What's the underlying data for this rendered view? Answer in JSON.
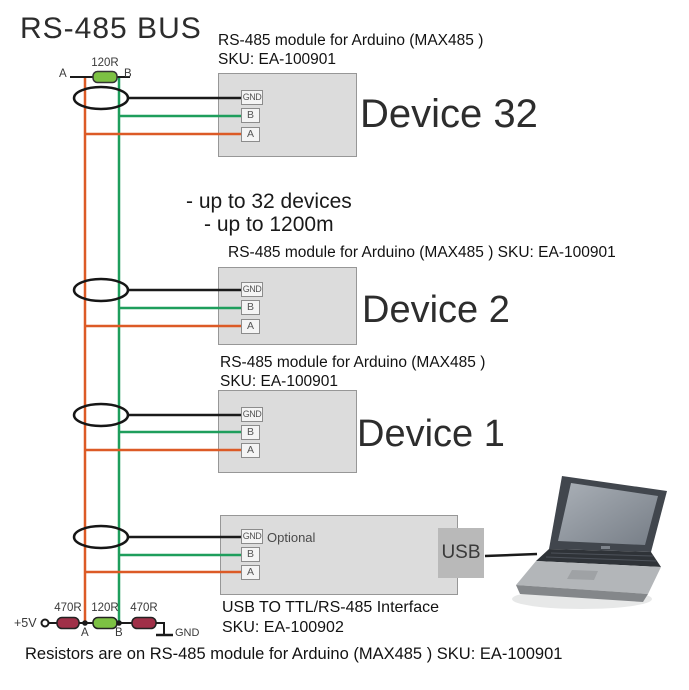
{
  "title": "RS-485 BUS",
  "notes": {
    "line1": "- up to 32 devices",
    "line2": "- up to 1200m"
  },
  "top_termination": {
    "resistor": "120R",
    "label_a": "A",
    "label_b": "B"
  },
  "devices": [
    {
      "name": "Device 32",
      "module": "RS-485 module for Arduino (MAX485 )",
      "sku": "SKU: EA-100901",
      "terminals": [
        "GND",
        "B",
        "A"
      ]
    },
    {
      "name": "Device 2",
      "module": "RS-485 module for Arduino (MAX485 )",
      "sku": "SKU: EA-100901",
      "terminals": [
        "GND",
        "B",
        "A"
      ]
    },
    {
      "name": "Device 1",
      "module": "RS-485 module for Arduino (MAX485 )",
      "sku": "SKU: EA-100901",
      "terminals": [
        "GND",
        "B",
        "A"
      ]
    }
  ],
  "usb_interface": {
    "terminals": [
      "GND",
      "B",
      "A"
    ],
    "optional_label": "Optional",
    "usb_port_label": "USB",
    "caption_line1": "USB TO TTL/RS-485 Interface",
    "caption_line2": "SKU: EA-100902"
  },
  "bottom_termination": {
    "supply_label": "+5V",
    "resistor_left": "470R",
    "resistor_mid": "120R",
    "resistor_right": "470R",
    "node_a": "A",
    "node_b": "B",
    "ground_label": "GND"
  },
  "footer": "Resistors are on RS-485 module for Arduino (MAX485 ) SKU: EA-100901",
  "colors": {
    "wire_a_orange": "#dc5a26",
    "wire_b_green": "#1e9e5c",
    "wire_gnd_black": "#1a1a1a",
    "resistor_120r_body": "#7cc143",
    "resistor_470r_body": "#a03048",
    "device_box_fill": "#dcdcdc",
    "usb_port_fill": "#b9b9b9"
  }
}
